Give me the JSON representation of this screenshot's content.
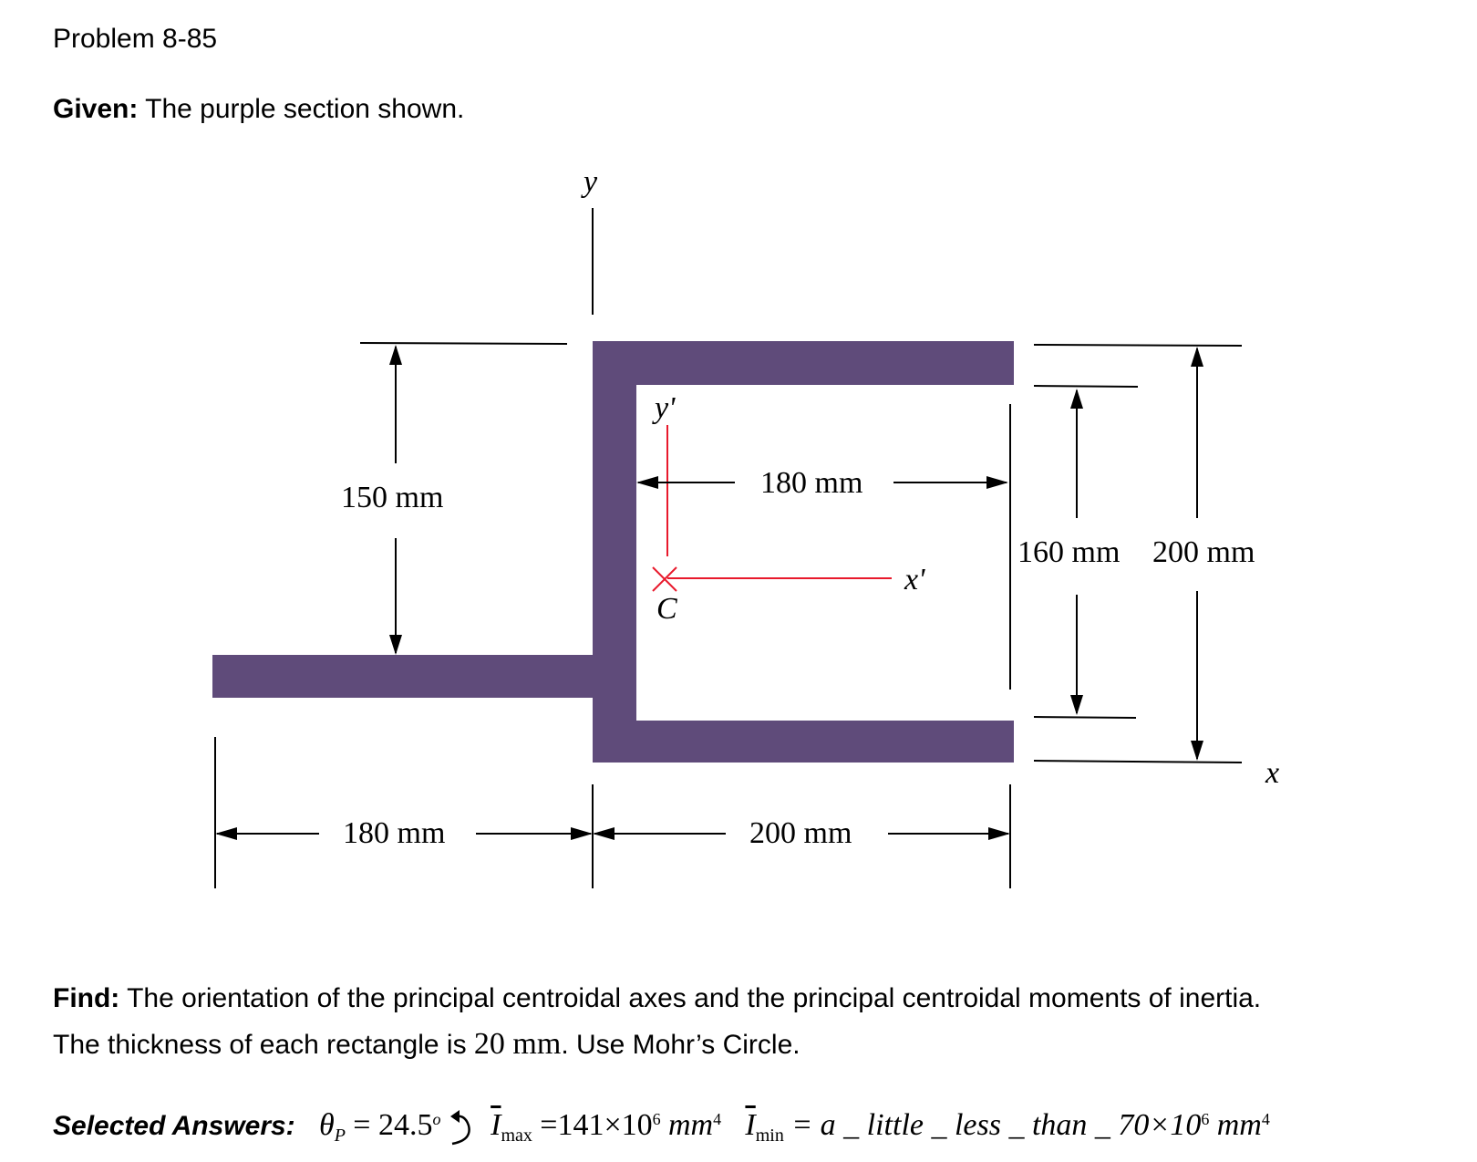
{
  "header": {
    "problem_title": "Problem 8-85",
    "given_label": "Given:",
    "given_text": "The purple section shown."
  },
  "diagram": {
    "section_color": "#5f4b7a",
    "centroid_color": "#e8192c",
    "axis_y": "y",
    "axis_x": "x",
    "axis_y_prime": "y'",
    "axis_x_prime": "x'",
    "centroid_label": "C",
    "dim_150": "150 mm",
    "dim_180_top": "180 mm",
    "dim_160": "160 mm",
    "dim_200_right": "200 mm",
    "dim_180_bottom": "180 mm",
    "dim_200_bottom": "200 mm"
  },
  "find": {
    "find_label": "Find:",
    "line1": "The orientation of the principal centroidal axes and the principal centroidal moments of inertia.",
    "line2_before": "The thickness of each rectangle is",
    "thickness": "20 mm",
    "line2_after": ".  Use Mohr’s Circle."
  },
  "answers": {
    "label": "Selected Answers:",
    "theta_symbol": "θ",
    "theta_sub": "P",
    "theta_value": "= 24.5",
    "theta_degree": "o",
    "imax_symbol": "I",
    "imax_sub": "max",
    "imax_value": "=141×10",
    "imax_exp": "6",
    "imax_unit": "mm",
    "imax_unit_exp": "4",
    "imin_symbol": "I",
    "imin_sub": "min",
    "imin_value": "= a _ little _ less _ than _ 70×10",
    "imin_exp": "6",
    "imin_unit": "mm",
    "imin_unit_exp": "4"
  }
}
